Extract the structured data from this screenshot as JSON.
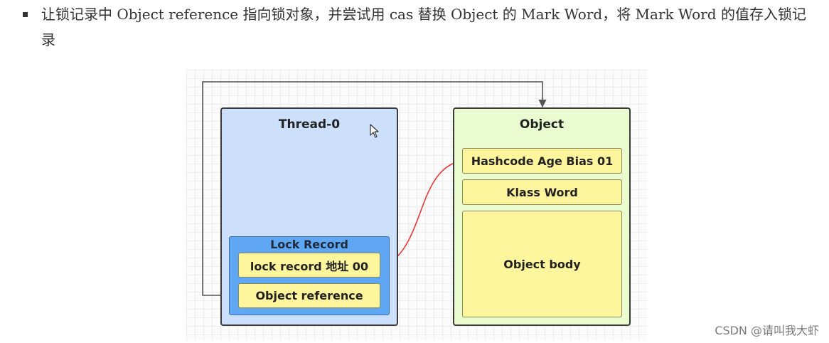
{
  "instruction": {
    "text": "让锁记录中 Object reference 指向锁对象，并尝试用 cas 替换 Object 的 Mark Word，将 Mark Word 的值存入锁记录"
  },
  "diagram": {
    "thread": {
      "title": "Thread-0",
      "lock_record": {
        "title": "Lock Record",
        "fields": [
          "lock record 地址 00",
          "Object reference"
        ]
      }
    },
    "object": {
      "title": "Object",
      "fields": [
        "Hashcode Age Bias 01",
        "Klass Word",
        "Object body"
      ]
    },
    "colors": {
      "thread_fill": "#cce0fb",
      "object_fill": "#eafbd0",
      "lock_record_fill": "#5fa6f3",
      "cell_fill": "#fff59d",
      "cas_arrow": "#e83a3a",
      "reference_arrow": "#555555"
    }
  },
  "watermark": "CSDN @请叫我大虾"
}
